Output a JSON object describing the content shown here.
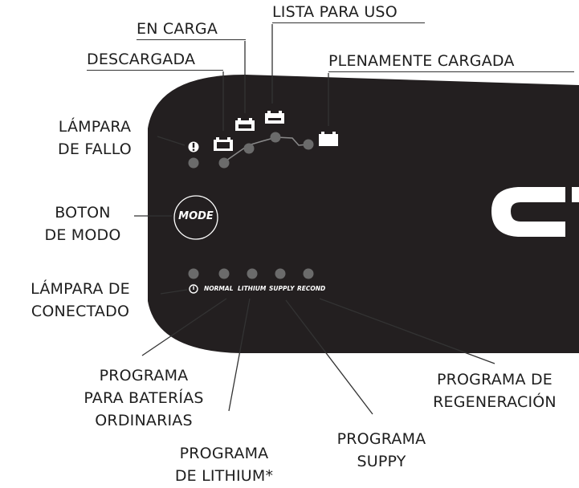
{
  "labels": {
    "descargada": "DESCARGADA",
    "en_carga": "EN CARGA",
    "lista_para_uso": "LISTA PARA USO",
    "plenamente_cargada": "PLENAMENTE CARGADA",
    "lampara_fallo_1": "LÁMPARA",
    "lampara_fallo_2": "DE FALLO",
    "boton_modo_1": "BOTON",
    "boton_modo_2": "DE MODO",
    "lampara_conectado_1": "LÁMPARA DE",
    "lampara_conectado_2": "CONECTADO",
    "prog_ordinarias_1": "PROGRAMA",
    "prog_ordinarias_2": "PARA BATERÍAS",
    "prog_ordinarias_3": "ORDINARIAS",
    "prog_lithium_1": "PROGRAMA",
    "prog_lithium_2": "DE LITHIUM*",
    "prog_supply_1": "PROGRAMA",
    "prog_supply_2": "SUPPY",
    "prog_recond_1": "PROGRAMA DE",
    "prog_recond_2": "REGENERACIÓN"
  },
  "panel": {
    "mode_button": "MODE",
    "programs": [
      "NORMAL",
      "LITHIUM",
      "SUPPLY",
      "RECOND"
    ],
    "colors": {
      "panel": "#231f20",
      "led": "#6b6b6b",
      "text": "#ffffff"
    }
  }
}
